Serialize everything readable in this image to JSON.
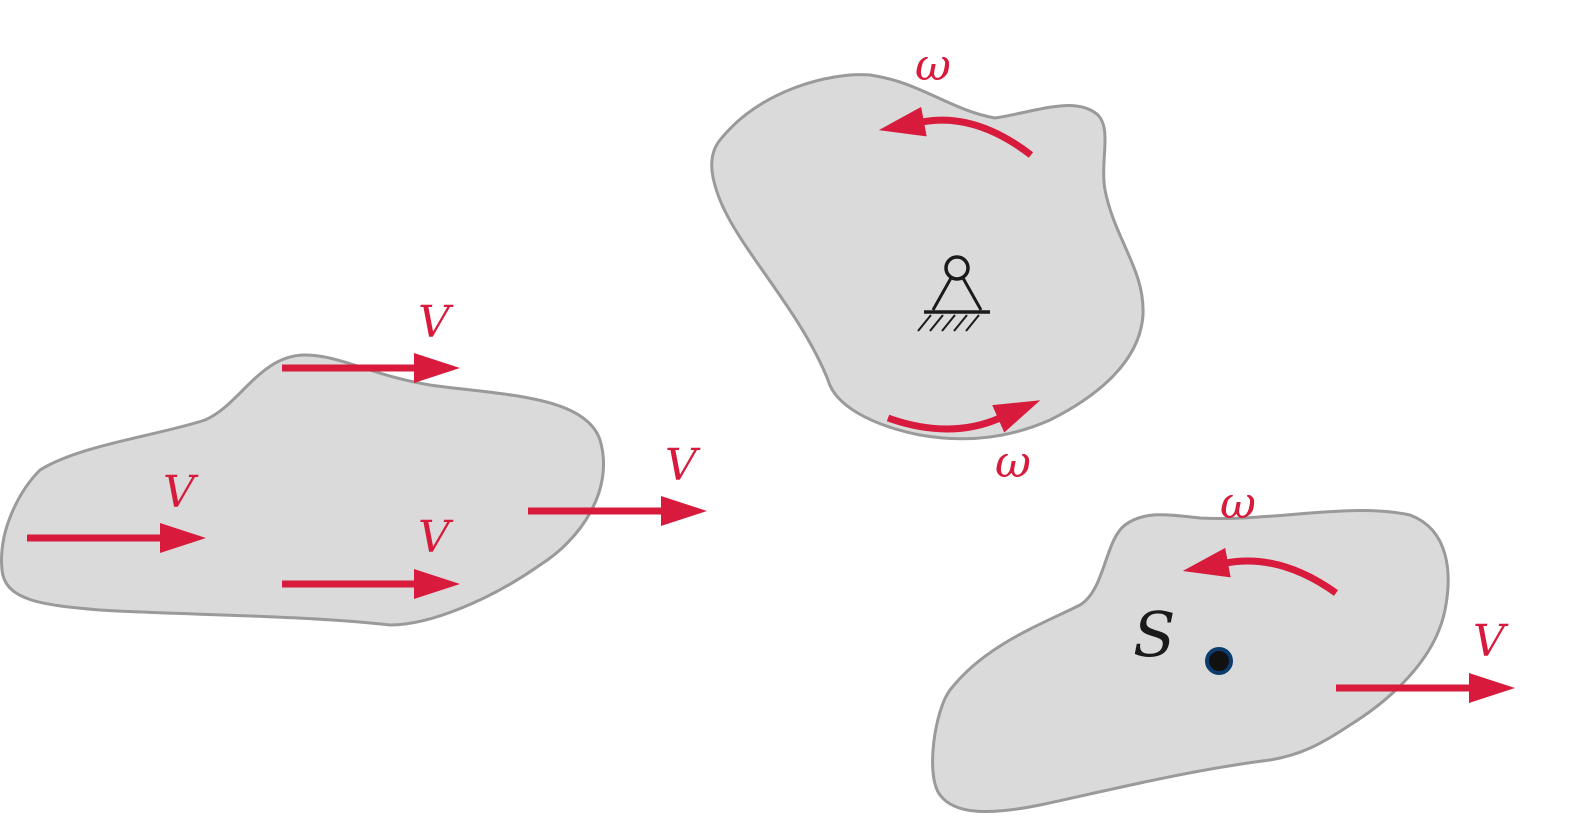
{
  "labels": {
    "velocity": "V",
    "angular_velocity": "ω",
    "point": "S"
  },
  "colors": {
    "arrow": "#d81b3c",
    "body_fill": "#dadada",
    "body_stroke": "#9a9a9a",
    "support": "#1a1a1a",
    "point_fill": "#111111",
    "point_ring": "#0c3b6e",
    "point_label": "#1a1a1a"
  },
  "icons": {
    "support": "pin-support-icon",
    "point": "filled-dot-icon"
  }
}
